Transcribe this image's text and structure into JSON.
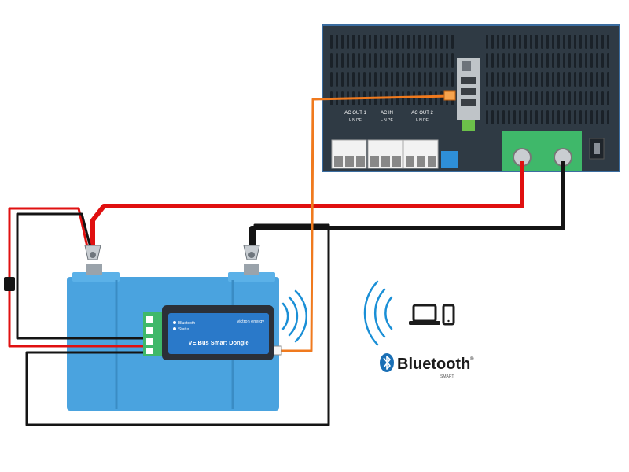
{
  "inverter": {
    "port_labels": [
      "AC OUT 1",
      "AC IN",
      "AC OUT 2"
    ],
    "port_sublabels": [
      "L N PE",
      "L N PE",
      "L N PE"
    ]
  },
  "dongle": {
    "brand": "victron energy",
    "title": "VE.Bus Smart Dongle",
    "led_labels": [
      "Bluetooth",
      "Status"
    ]
  },
  "bluetooth": {
    "wordmark": "Bluetooth",
    "trademark": "®",
    "tagline": "SMART"
  },
  "colors": {
    "positive_wire": "#e01010",
    "negative_wire": "#141414",
    "vebus_cable": "#f07a1e",
    "battery": "#4aa3df",
    "dongle_label": "#2a79c9",
    "terminal_green": "#3fb86a",
    "bluetooth_blue": "#1a6fb5"
  },
  "icons": [
    "wifi-signal-icon",
    "bluetooth-signal-icon",
    "laptop-icon",
    "phone-icon",
    "bluetooth-logo-icon"
  ]
}
